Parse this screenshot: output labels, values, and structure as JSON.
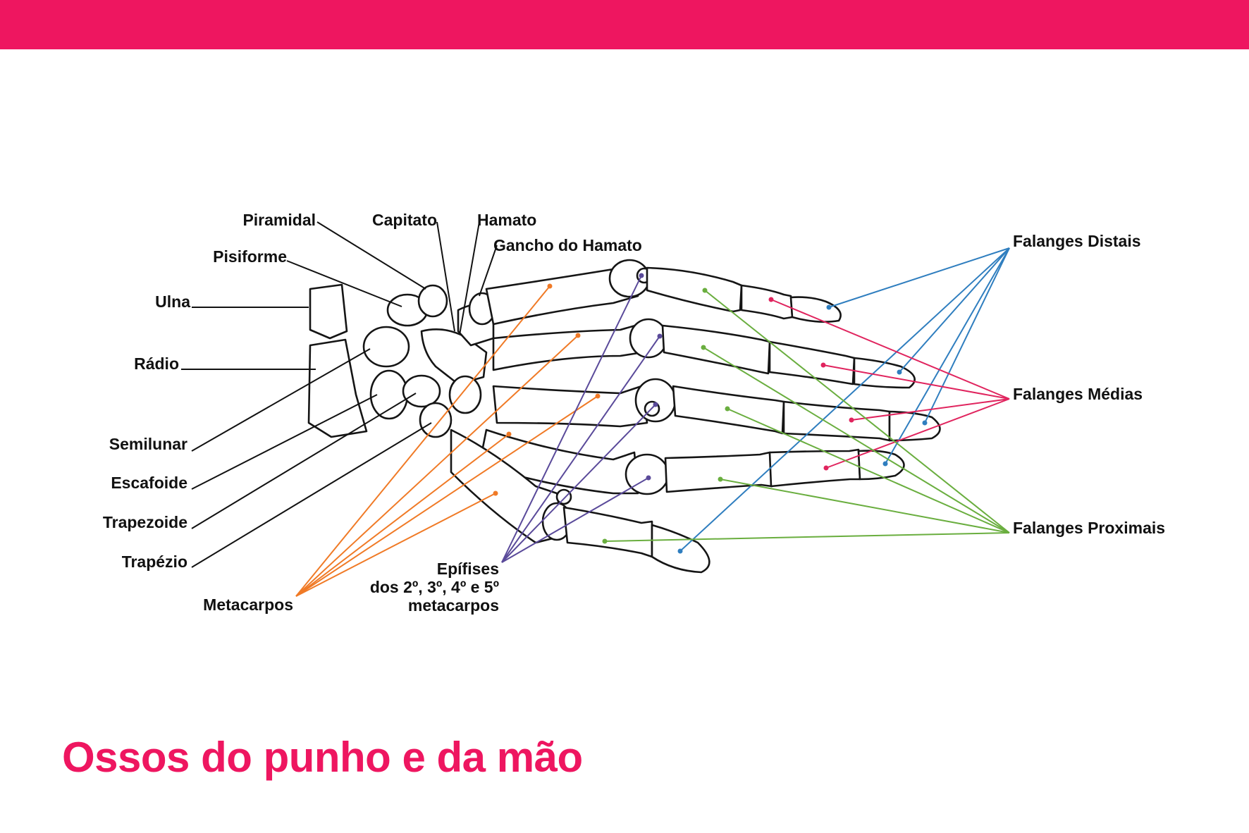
{
  "header_color": "#ee1660",
  "title": "Ossos do punho e da mão",
  "title_color": "#ee1660",
  "colors": {
    "metacarpos": "#f07a26",
    "epifises": "#5a4a9a",
    "distais": "#2f7ebf",
    "medias": "#e0245e",
    "proximais": "#6aae3f",
    "black": "#111111"
  },
  "labels": {
    "piramidal": "Piramidal",
    "capitato": "Capitato",
    "hamato": "Hamato",
    "gancho": "Gancho do Hamato",
    "pisiforme": "Pisiforme",
    "ulna": "Ulna",
    "radio": "Rádio",
    "semilunar": "Semilunar",
    "escafoide": "Escafoide",
    "trapezoide": "Trapezoide",
    "trapezio": "Trapézio",
    "metacarpos": "Metacarpos",
    "epifises_1": "Epífises",
    "epifises_2": "dos 2º, 3º, 4º e 5º",
    "epifises_3": "metacarpos",
    "distais": "Falanges Distais",
    "medias": "Falanges Médias",
    "proximais": "Falanges Proximais"
  }
}
